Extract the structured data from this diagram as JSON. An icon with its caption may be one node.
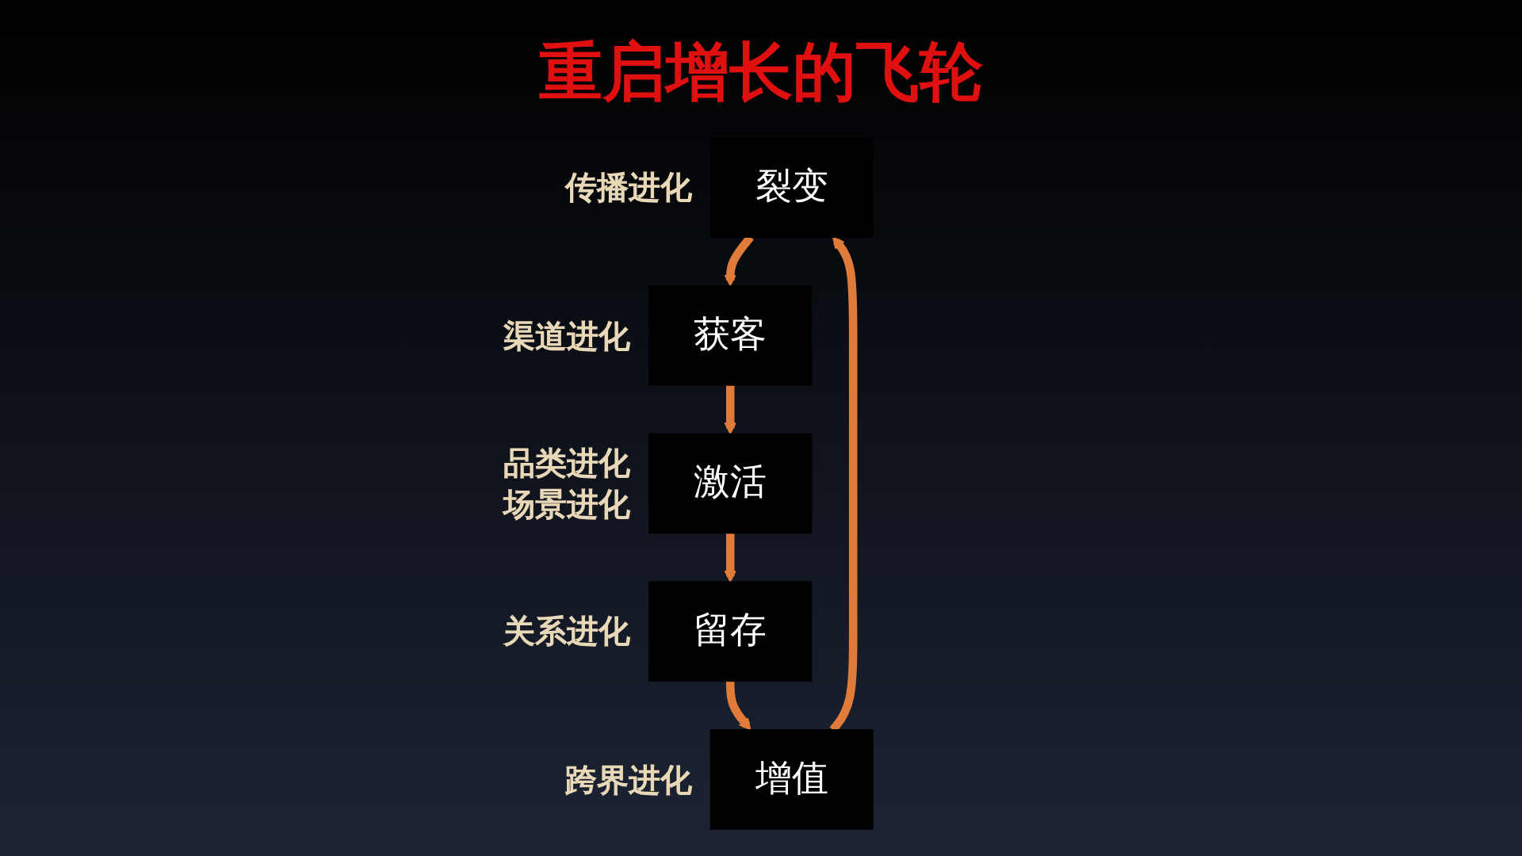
{
  "diagram": {
    "title": "重启增长的飞轮",
    "nodes": [
      {
        "text": [
          "裂变"
        ],
        "beside": [
          "传播进化"
        ]
      },
      {
        "text": [
          "获客"
        ],
        "beside": [
          "渠道进化"
        ]
      },
      {
        "text": [
          "激活"
        ],
        "beside": [
          "品类进化",
          "场景进化"
        ]
      },
      {
        "text": [
          "留存"
        ],
        "beside": [
          "关系进化"
        ]
      },
      {
        "text": [
          "增值"
        ],
        "beside": [
          "跨界进化"
        ]
      }
    ],
    "edges": [
      {
        "from": 0,
        "to": 1,
        "arrow": "to"
      },
      {
        "from": 1,
        "to": 2,
        "arrow": "to"
      },
      {
        "from": 2,
        "to": 3,
        "arrow": "to"
      },
      {
        "from": 3,
        "to": 4,
        "arrow": "to"
      },
      {
        "from": 4,
        "to": 0,
        "arrow": "to"
      }
    ]
  }
}
